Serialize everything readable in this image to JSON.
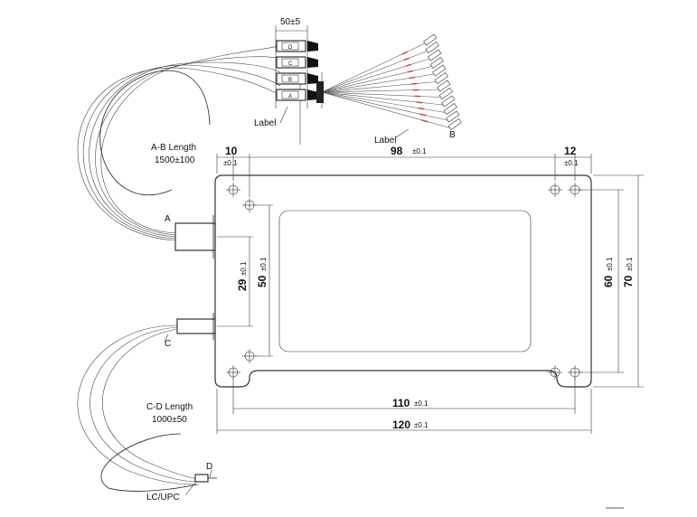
{
  "dims": {
    "width_120": "120",
    "width_110": "110",
    "pitch_98": "98",
    "edge_10": "10",
    "edge_12": "12",
    "height_70": "70",
    "height_60": "60",
    "port_50": "50",
    "port_29": "29",
    "tol_01": "±0.1",
    "pigtail_50": "50±5"
  },
  "labels": {
    "ab_length_title": "A-B Length",
    "ab_length_value": "1500±100",
    "cd_length_title": "C-D Length",
    "cd_length_value": "1000±50",
    "label_left": "Label",
    "label_right": "Label",
    "port_a": "A",
    "port_b": "B",
    "port_c": "C",
    "port_d": "D",
    "connector": "LC/UPC"
  },
  "connector_tags": {
    "d": "D",
    "c": "C",
    "b": "B",
    "a": "A"
  },
  "colors": {
    "line": "#222222",
    "marker": "#d23a3a"
  }
}
